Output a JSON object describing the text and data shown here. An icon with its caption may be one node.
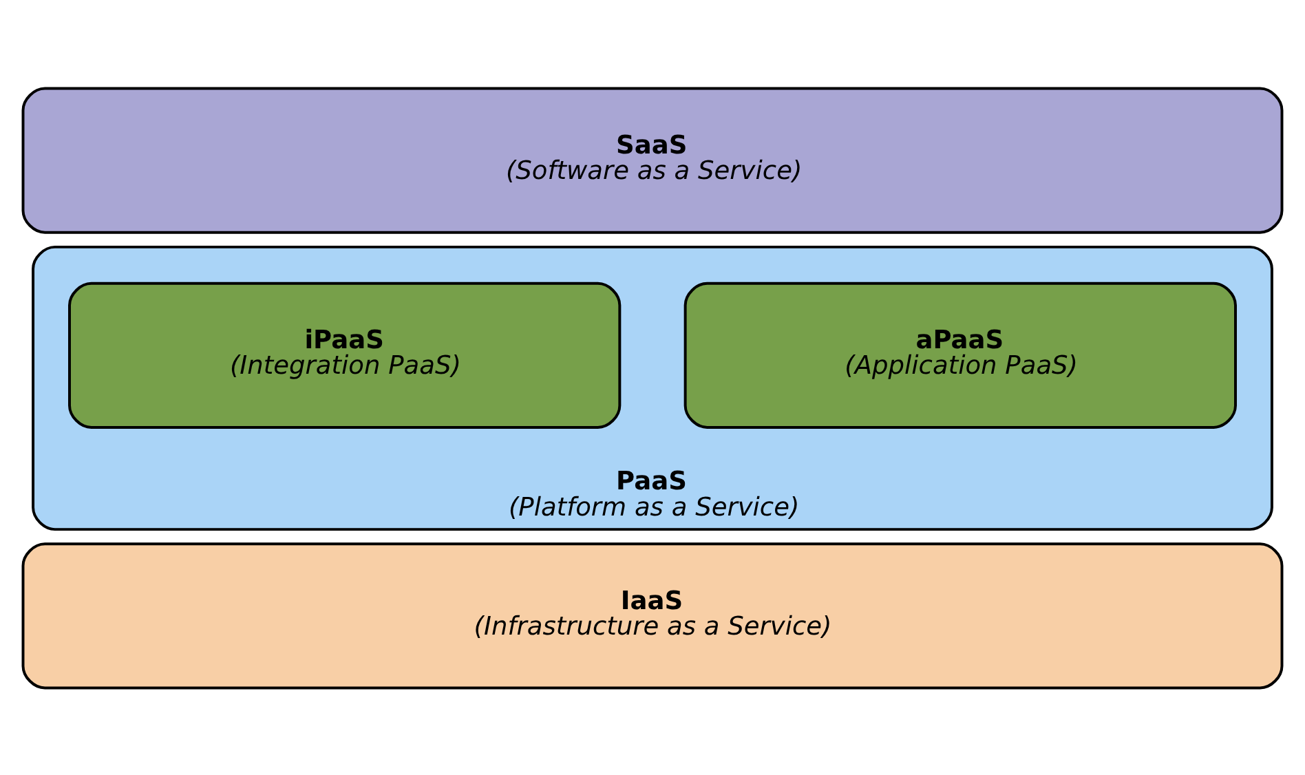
{
  "diagram": {
    "nodes": [
      {
        "text": [
          "SaaS",
          "(Software as a Service)"
        ]
      },
      {
        "text": [
          "PaaS",
          "(Platform as a Service)"
        ]
      },
      {
        "text": [
          "aPaaS",
          "(Application PaaS)"
        ],
        "in": 1
      },
      {
        "text": [
          "iPaaS",
          "(Integration PaaS)"
        ],
        "in": 1
      },
      {
        "text": [
          "IaaS",
          "(Infrastructure as a Service)"
        ]
      }
    ]
  }
}
